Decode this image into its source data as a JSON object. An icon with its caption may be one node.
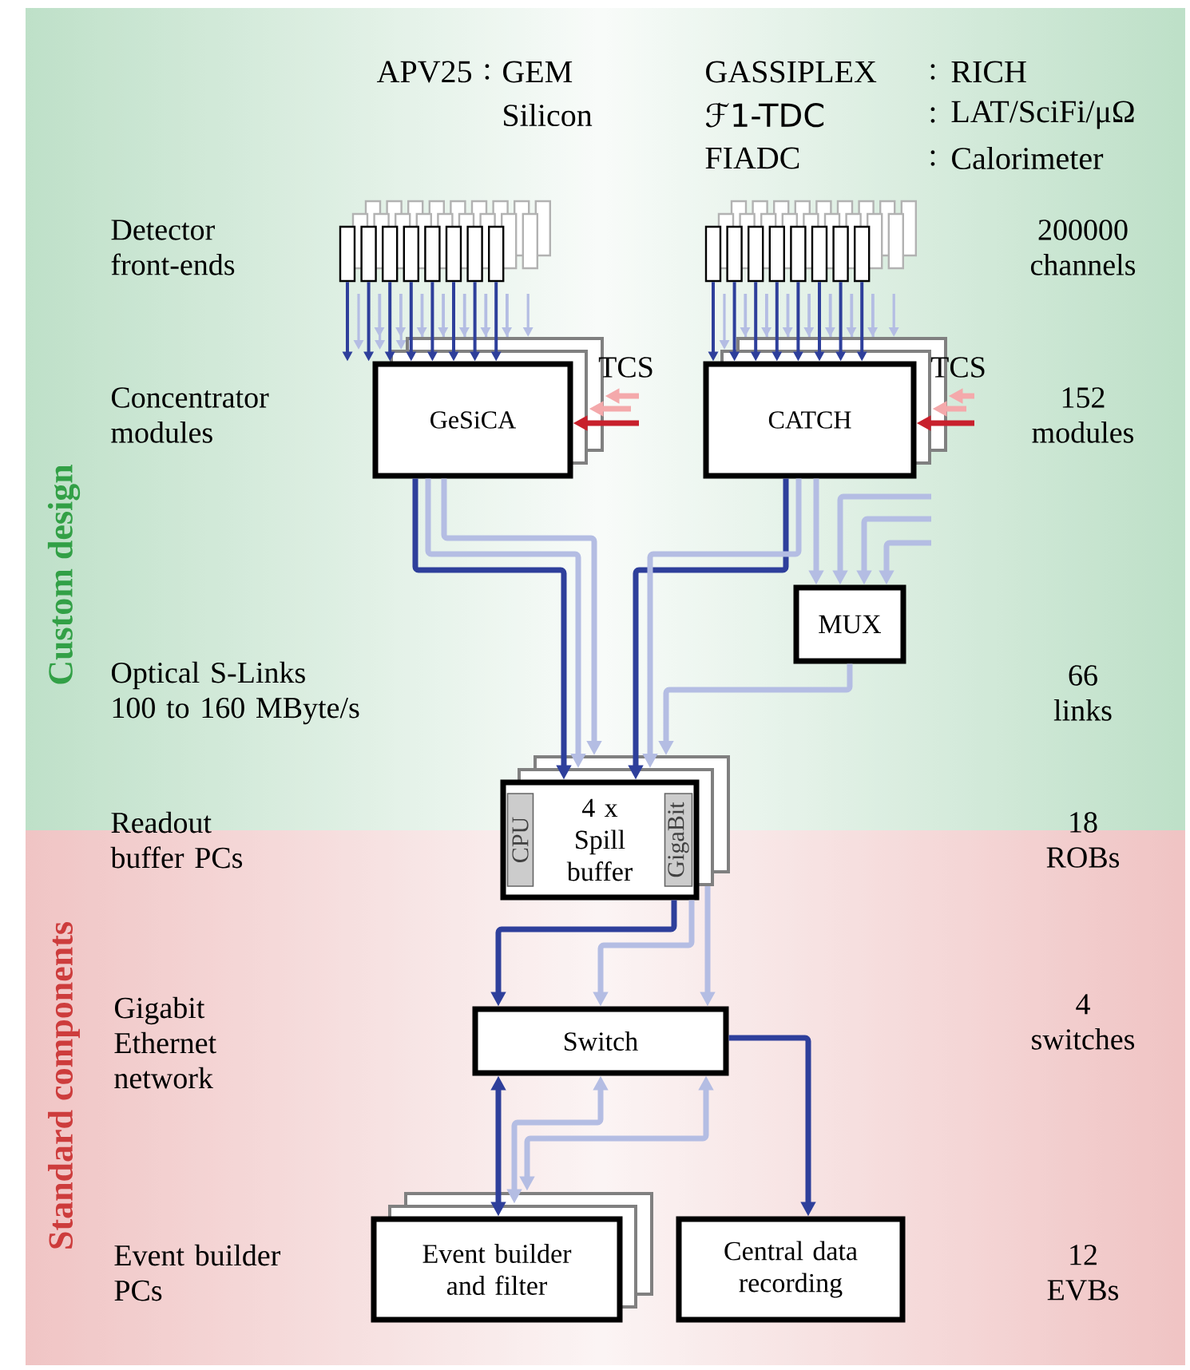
{
  "diagram": {
    "nodes": [
      {
        "text": [
          "GeSiCA"
        ]
      },
      {
        "text": [
          "CATCH"
        ]
      },
      {
        "text": [
          "MUX"
        ]
      },
      {
        "text": [
          "4 x Spill buffer"
        ]
      },
      {
        "text": [
          "CPU"
        ],
        "in": 3
      },
      {
        "text": [
          "GigaBit"
        ],
        "in": 3
      },
      {
        "text": [
          "Switch"
        ]
      },
      {
        "text": [
          "Event builder and filter"
        ]
      },
      {
        "text": [
          "Central data recording"
        ]
      },
      {
        "text": [],
        "shape": "bar"
      },
      {
        "text": [],
        "shape": "bar"
      },
      {
        "text": [],
        "shape": "bar"
      },
      {
        "text": [],
        "shape": "bar"
      },
      {
        "text": [],
        "shape": "bar"
      },
      {
        "text": [],
        "shape": "bar"
      },
      {
        "text": [],
        "shape": "bar"
      },
      {
        "text": [],
        "shape": "bar"
      },
      {
        "text": [],
        "shape": "bar"
      },
      {
        "text": [],
        "shape": "bar"
      },
      {
        "text": [],
        "shape": "bar"
      },
      {
        "text": [],
        "shape": "bar"
      },
      {
        "text": [],
        "shape": "bar"
      },
      {
        "text": [],
        "shape": "bar"
      },
      {
        "text": [],
        "shape": "bar"
      },
      {
        "text": [],
        "shape": "bar"
      },
      {
        "text": [],
        "shape": "box"
      },
      {
        "text": [],
        "shape": "box"
      }
    ],
    "edges": [
      {
        "from": 9,
        "to": 0,
        "arrow": "to"
      },
      {
        "from": 10,
        "to": 0,
        "arrow": "to"
      },
      {
        "from": 11,
        "to": 0,
        "arrow": "to"
      },
      {
        "from": 12,
        "to": 0,
        "arrow": "to"
      },
      {
        "from": 13,
        "to": 0,
        "arrow": "to"
      },
      {
        "from": 14,
        "to": 0,
        "arrow": "to"
      },
      {
        "from": 15,
        "to": 0,
        "arrow": "to"
      },
      {
        "from": 16,
        "to": 0,
        "arrow": "to"
      },
      {
        "from": 17,
        "to": 1,
        "arrow": "to"
      },
      {
        "from": 18,
        "to": 1,
        "arrow": "to"
      },
      {
        "from": 19,
        "to": 1,
        "arrow": "to"
      },
      {
        "from": 20,
        "to": 1,
        "arrow": "to"
      },
      {
        "from": 21,
        "to": 1,
        "arrow": "to"
      },
      {
        "from": 22,
        "to": 1,
        "arrow": "to"
      },
      {
        "from": 23,
        "to": 1,
        "arrow": "to"
      },
      {
        "from": 24,
        "to": 1,
        "arrow": "to"
      },
      {
        "from": null,
        "to": 0,
        "arrow": "to",
        "color": "#c8202c"
      },
      {
        "from": null,
        "to": 0,
        "arrow": "to",
        "label": "TCS",
        "color": "#f4a9ab"
      },
      {
        "from": null,
        "to": 0,
        "arrow": "to",
        "color": "#f4a9ab"
      },
      {
        "from": null,
        "to": 1,
        "arrow": "to",
        "color": "#c8202c"
      },
      {
        "from": null,
        "to": 1,
        "arrow": "to",
        "label": "TCS",
        "color": "#f4a9ab"
      },
      {
        "from": null,
        "to": 1,
        "arrow": "to",
        "color": "#f4a9ab"
      },
      {
        "from": 0,
        "to": 3,
        "arrow": "to"
      },
      {
        "from": 0,
        "to": 25,
        "arrow": "to",
        "color": "#b4bde3"
      },
      {
        "from": 0,
        "to": 26,
        "arrow": "to",
        "color": "#b4bde3"
      },
      {
        "from": 1,
        "to": 3,
        "arrow": "to"
      },
      {
        "from": 1,
        "to": 25,
        "arrow": "to",
        "color": "#b4bde3"
      },
      {
        "from": 1,
        "to": 2,
        "arrow": "to",
        "color": "#b4bde3"
      },
      {
        "from": null,
        "to": 2,
        "arrow": "to",
        "color": "#b4bde3"
      },
      {
        "from": null,
        "to": 2,
        "arrow": "to",
        "color": "#b4bde3"
      },
      {
        "from": null,
        "to": 2,
        "arrow": "to",
        "color": "#b4bde3"
      },
      {
        "from": 2,
        "to": 26,
        "arrow": "to",
        "color": "#b4bde3"
      },
      {
        "from": 3,
        "to": 6,
        "arrow": "to"
      },
      {
        "from": 3,
        "to": 6,
        "arrow": "to",
        "color": "#b4bde3"
      },
      {
        "from": 25,
        "to": 6,
        "arrow": "to",
        "color": "#b4bde3"
      },
      {
        "from": 6,
        "to": 7,
        "arrow": "both"
      },
      {
        "from": 7,
        "to": 6,
        "arrow": "both",
        "color": "#b4bde3"
      },
      {
        "from": 7,
        "to": 6,
        "arrow": "both",
        "color": "#b4bde3"
      },
      {
        "from": 6,
        "to": 8,
        "arrow": "to"
      }
    ],
    "labels": [
      "APV25",
      ":",
      "GEM",
      "Silicon",
      "GASSIPLEX",
      ":",
      "RICH",
      "ℱ1-TDC",
      ":",
      "LAT/SciFi/μΩ",
      "FIADC",
      ":",
      "Calorimeter",
      "Detector front-ends",
      "200000 channels",
      "Concentrator modules",
      "152 modules",
      "Optical S-Links 100 to 160 MByte/s",
      "66 links",
      "Readout buffer PCs",
      "18 ROBs",
      "Gigabit Ethernet network",
      "4 switches",
      "Event builder PCs",
      "12 EVBs",
      "Custom design",
      "Standard components"
    ]
  }
}
